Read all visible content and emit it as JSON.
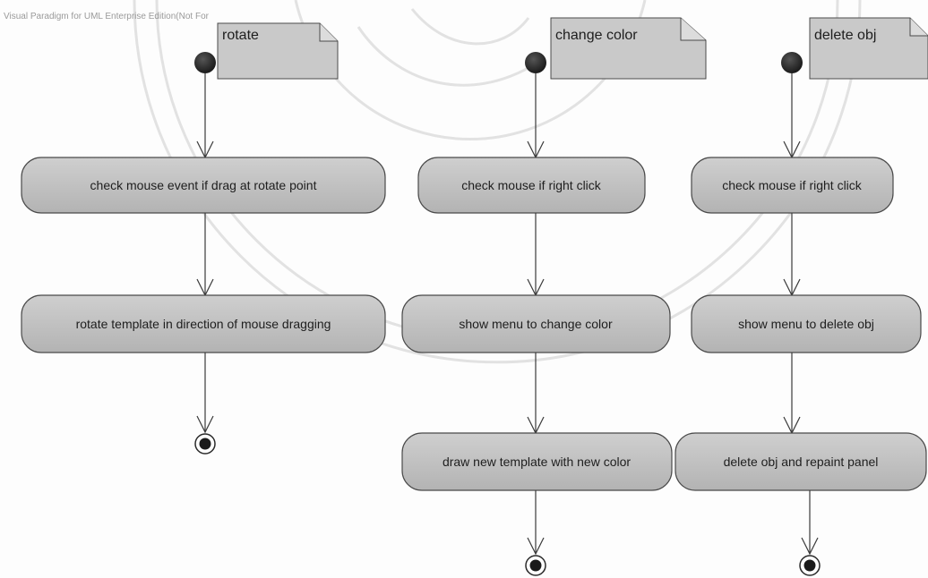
{
  "header": {
    "tool_label": "Visual Paradigm for UML Enterprise Edition(Not For"
  },
  "colors": {
    "activity_fill": "#bdbdbd",
    "activity_stroke": "#4a4a4a",
    "note_fill": "#c9c9c9",
    "node_fill": "#2a2a2a",
    "edge": "#3a3a3a"
  },
  "lanes": [
    {
      "note": "rotate",
      "actions": [
        "check mouse event if drag at rotate point",
        "rotate template in direction of mouse dragging"
      ]
    },
    {
      "note": "change color",
      "actions": [
        "check mouse if right click",
        "show menu to change color",
        "draw new template with new color"
      ]
    },
    {
      "note": "delete obj",
      "actions": [
        "check mouse if right click",
        "show menu to delete obj",
        "delete obj and repaint panel"
      ]
    }
  ]
}
